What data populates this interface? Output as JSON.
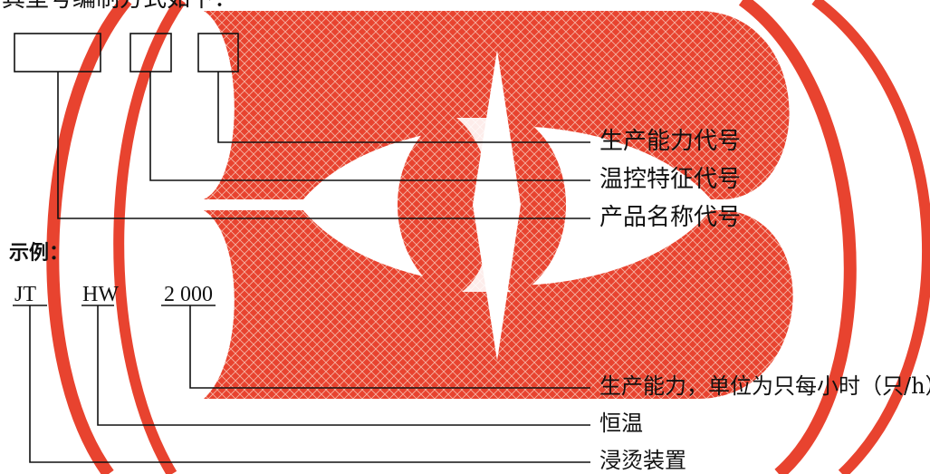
{
  "header_partial": "其型号编制方式如下：",
  "structure": {
    "labels": {
      "capacity_code": "生产能力代号",
      "temp_control_code": "温控特征代号",
      "product_name_code": "产品名称代号"
    }
  },
  "example": {
    "title": "示例：",
    "codes": {
      "product": "JT",
      "temp": "HW",
      "capacity": "2 000"
    },
    "labels": {
      "capacity": "生产能力，单位为只每小时（只/h）",
      "temp": "恒温",
      "product": "浸烫装置"
    }
  },
  "watermark": {
    "color": "#e8432f",
    "icon": "watermark-logo-icon"
  }
}
